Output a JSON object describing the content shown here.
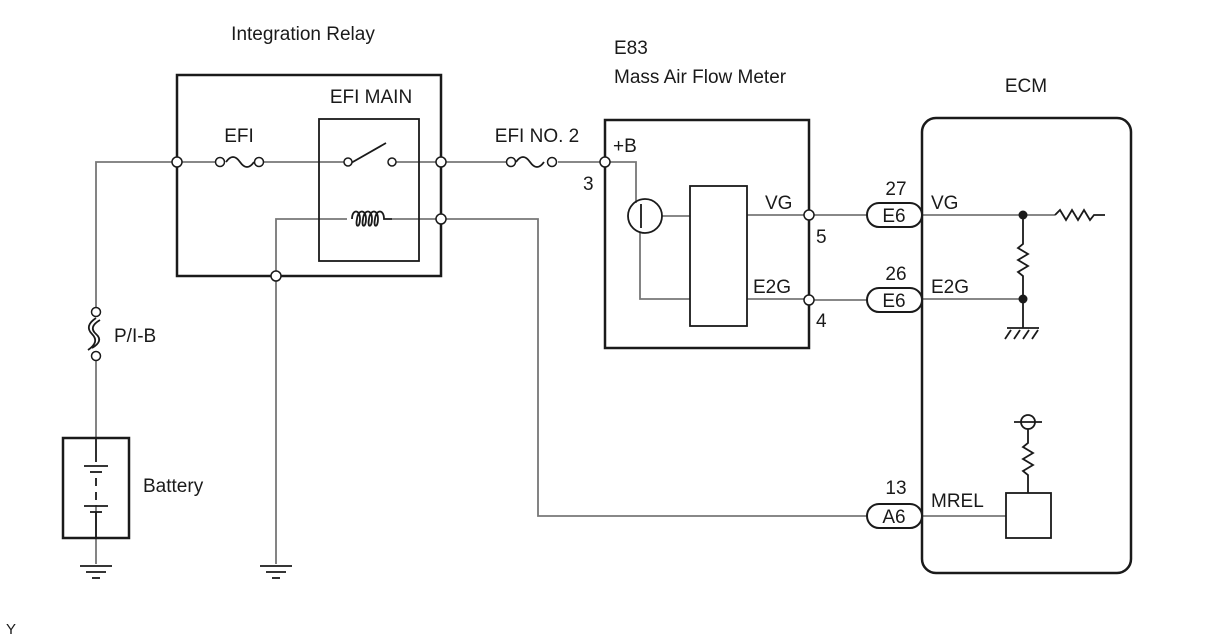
{
  "labels": {
    "relay_title": "Integration Relay",
    "efi_main": "EFI MAIN",
    "efi": "EFI",
    "efi_no2": "EFI NO. 2",
    "meter_code": "E83",
    "meter_name": "Mass Air Flow Meter",
    "ecm": "ECM",
    "plus_b": "+B",
    "pin3": "3",
    "vg_meter": "VG",
    "pin5": "5",
    "e2g_meter": "E2G",
    "pin4": "4",
    "pin27": "27",
    "conn_vg": "E6",
    "vg_ecm": "VG",
    "pin26": "26",
    "conn_e2g": "E6",
    "e2g_ecm": "E2G",
    "pin13": "13",
    "conn_mrel": "A6",
    "mrel": "MREL",
    "pib": "P/I-B",
    "battery": "Battery",
    "corner": "Y"
  }
}
